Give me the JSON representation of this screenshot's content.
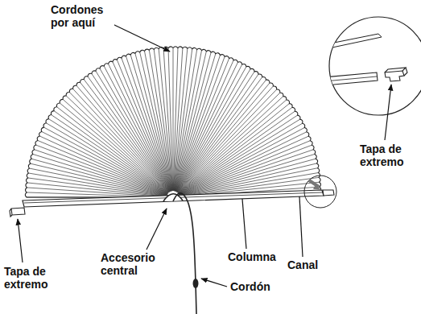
{
  "diagram": {
    "labels": [
      "Cordones por aquí",
      "Tapa de extremo",
      "Tapa de extremo",
      "Accesorio central",
      "Columna",
      "Canal",
      "Cordón"
    ]
  }
}
